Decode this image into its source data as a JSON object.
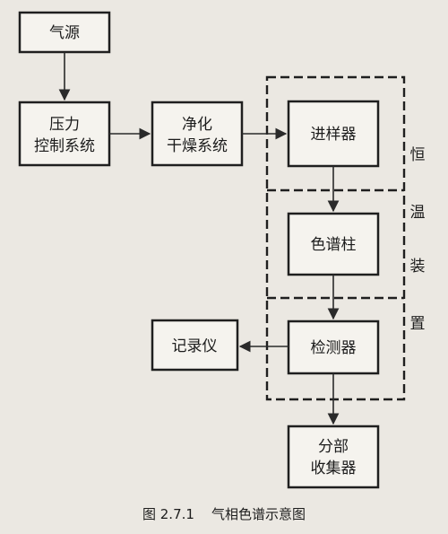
{
  "nodes": {
    "gas_source": {
      "label": "气源"
    },
    "pressure_control": {
      "lines": [
        "压力",
        "控制系统"
      ]
    },
    "purify_dry": {
      "lines": [
        "净化",
        "干燥系统"
      ]
    },
    "injector": {
      "label": "进样器"
    },
    "column": {
      "label": "色谱柱"
    },
    "detector": {
      "label": "检测器"
    },
    "recorder": {
      "label": "记录仪"
    },
    "fraction_collector": {
      "lines": [
        "分部",
        "收集器"
      ]
    }
  },
  "thermostat": {
    "chars": [
      "恒",
      "温",
      "装",
      "置"
    ]
  },
  "caption": "图 2.7.1    气相色谱示意图"
}
